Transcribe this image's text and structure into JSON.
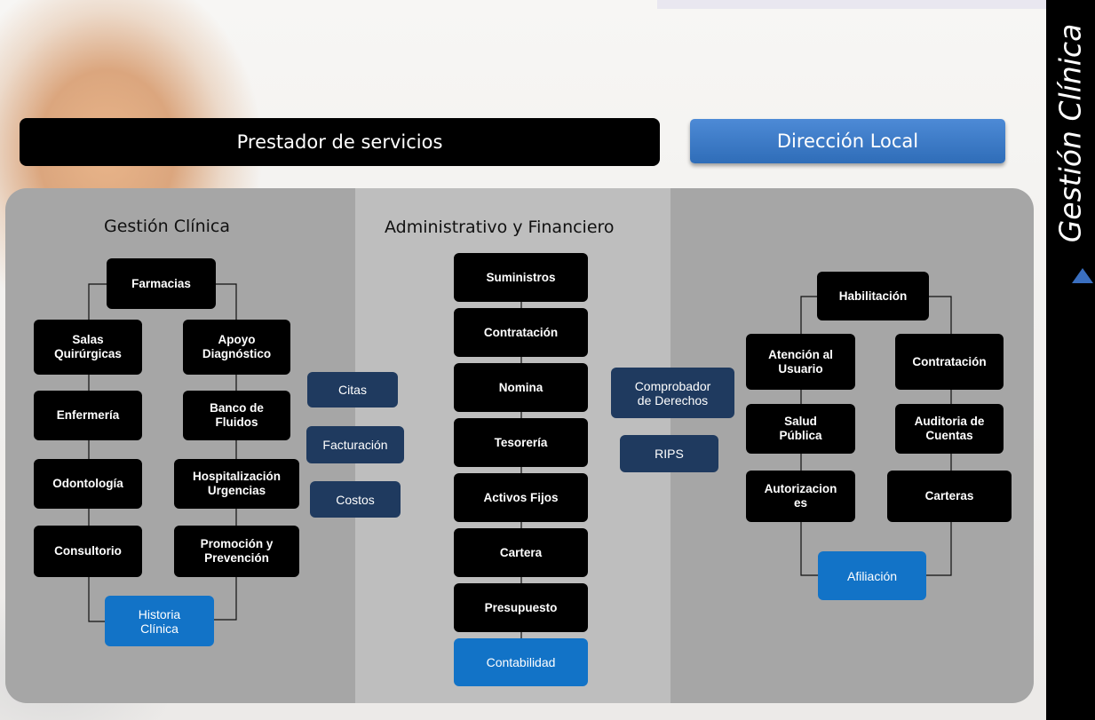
{
  "sidebar": {
    "title": "Gestión Clínica",
    "arrow_icon": "triangle-up-icon"
  },
  "headers": {
    "provider": "Prestador de servicios",
    "local": "Dirección Local"
  },
  "sections": {
    "clinical": "Gestión Clínica",
    "admin": "Administrativo y Financiero"
  },
  "clinical": {
    "farmacias": "Farmacias",
    "salas": "Salas\nQuirúrgicas",
    "apoyo": "Apoyo\nDiagnóstico",
    "enfermeria": "Enfermería",
    "banco": "Banco de\nFluidos",
    "odontologia": "Odontología",
    "hospitalizacion": "Hospitalización\nUrgencias",
    "consultorio": "Consultorio",
    "promocion": "Promoción y\nPrevención",
    "historia": "Historia\nClínica"
  },
  "shared": {
    "citas": "Citas",
    "facturacion": "Facturación",
    "costos": "Costos"
  },
  "admin": {
    "items": [
      "Suministros",
      "Contratación",
      "Nomina",
      "Tesorería",
      "Activos Fijos",
      "Cartera",
      "Presupuesto"
    ],
    "contabilidad": "Contabilidad"
  },
  "middle": {
    "comprobador": "Comprobador\nde Derechos",
    "rips": "RIPS"
  },
  "local": {
    "habilitacion": "Habilitación",
    "atencion": "Atención al\nUsuario",
    "contratacion": "Contratación",
    "salud": "Salud\nPública",
    "auditoria": "Auditoria de\nCuentas",
    "autorizaciones": "Autorizacion\nes",
    "carteras": "Carteras",
    "afiliacion": "Afiliación"
  }
}
